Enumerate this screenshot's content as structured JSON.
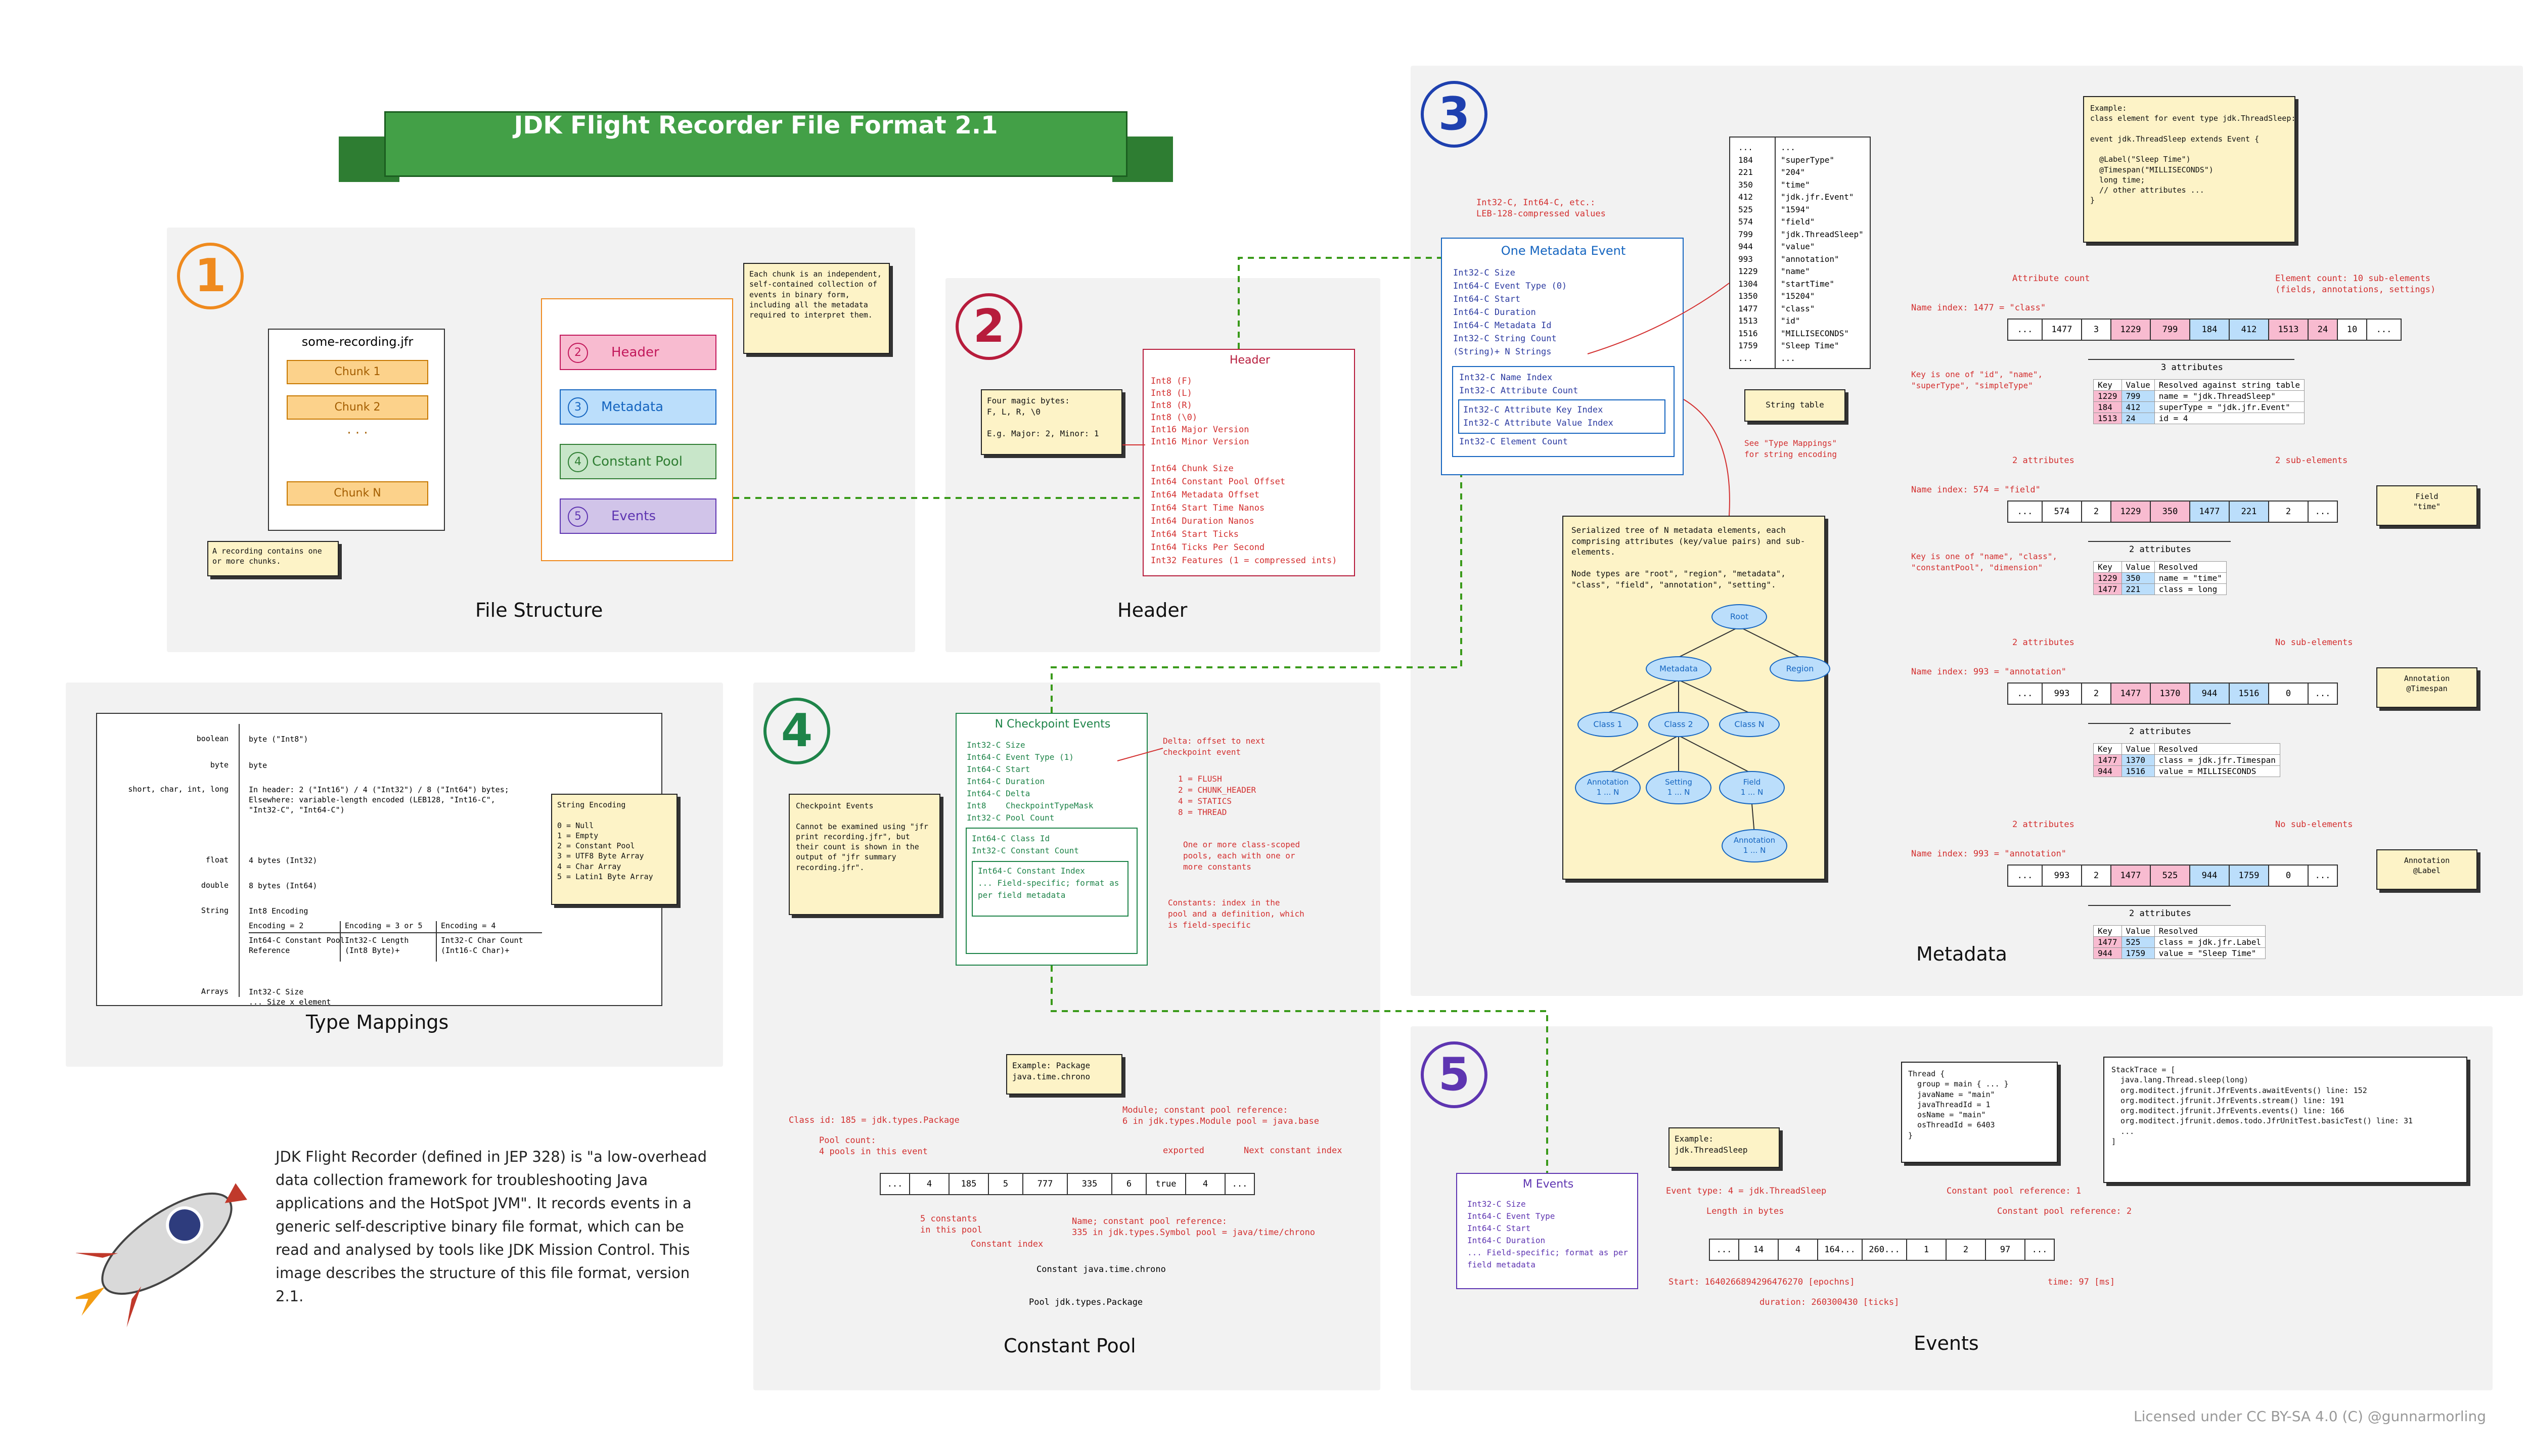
{
  "title": "JDK Flight Recorder File Format 2.1",
  "license": "Licensed under CC BY-SA 4.0 (C) @gunnarmorling",
  "intro_text": "JDK Flight Recorder (defined in JEP 328) is \"a low-overhead data collection framework for troubleshooting Java applications and the HotSpot JVM\". It records events in a generic self-descriptive binary file format, which can be read and analysed by tools like JDK Mission Control. This image describes the structure of this file format, version 2.1.",
  "sections": {
    "file_structure": {
      "number": "1",
      "title": "File Structure",
      "file_name": "some-recording.jfr",
      "chunks": [
        "Chunk 1",
        "Chunk 2",
        "Chunk N"
      ],
      "dots": "·  ·  ·",
      "chunk_note": "A recording contains one or more chunks.",
      "parts": [
        {
          "num": "2",
          "label": "Header",
          "color": "#f8bbd0",
          "border": "#c2185b"
        },
        {
          "num": "3",
          "label": "Metadata",
          "color": "#bbdefb",
          "border": "#1565c0"
        },
        {
          "num": "4",
          "label": "Constant Pool",
          "color": "#c8e6c9",
          "border": "#2e7d32"
        },
        {
          "num": "5",
          "label": "Events",
          "color": "#d1c4e9",
          "border": "#5e35b1"
        }
      ],
      "chunk_desc": "Each chunk is an independent, self-contained collection of events in binary form, including all the metadata required to interpret them."
    },
    "header": {
      "number": "2",
      "title": "Header",
      "box_title": "Header",
      "magic_note": "Four magic bytes:\nF, L, R, \\0\n\nE.g. Major: 2, Minor: 1",
      "fields_a": [
        "Int8 (F)",
        "Int8 (L)",
        "Int8 (R)",
        "Int8 (\\0)",
        "Int16 Major Version",
        "Int16 Minor Version"
      ],
      "fields_b": [
        "Int64 Chunk Size",
        "Int64 Constant Pool Offset",
        "Int64 Metadata Offset",
        "Int64 Start Time Nanos",
        "Int64 Duration Nanos",
        "Int64 Start Ticks",
        "Int64 Ticks Per Second",
        "Int32 Features (1 = compressed ints)"
      ]
    },
    "metadata": {
      "number": "3",
      "title": "Metadata",
      "leb_note": "Int32-C, Int64-C, etc.:\nLEB-128-compressed values",
      "event_title": "One Metadata Event",
      "event_fields": [
        "Int32-C Size",
        "Int64-C Event Type (0)",
        "Int64-C Start",
        "Int64-C Duration",
        "Int64-C Metadata Id",
        "Int32-C String Count",
        "(String)+ N Strings"
      ],
      "element_fields": [
        "Int32-C Name Index",
        "Int32-C Attribute Count"
      ],
      "attr_fields": [
        "Int32-C Attribute Key Index",
        "Int32-C Attribute Value Index"
      ],
      "element_count": "Int32-C Element Count",
      "string_table_idx": [
        "...",
        "184",
        "221",
        "350",
        "412",
        "525",
        "574",
        "799",
        "944",
        "993",
        "1229",
        "1304",
        "1350",
        "1477",
        "1513",
        "1516",
        "1759",
        "..."
      ],
      "string_table_val": [
        "...",
        "\"superType\"",
        "\"204\"",
        "\"time\"",
        "\"jdk.jfr.Event\"",
        "\"1594\"",
        "\"field\"",
        "\"jdk.ThreadSleep\"",
        "\"value\"",
        "\"annotation\"",
        "\"name\"",
        "\"startTime\"",
        "\"15204\"",
        "\"class\"",
        "\"id\"",
        "\"MILLISECONDS\"",
        "\"Sleep Time\"",
        "..."
      ],
      "string_table_label": "String table",
      "type_mapping_note": "See \"Type Mappings\"\nfor string encoding",
      "tree_note": "Serialized tree of N metadata elements, each comprising attributes (key/value pairs) and sub-elements.\n\nNode types are \"root\", \"region\", \"metadata\", \"class\", \"field\", \"annotation\", \"setting\".",
      "tree_nodes": {
        "root": "Root",
        "metadata": "Metadata",
        "region": "Region",
        "class1": "Class 1",
        "class2": "Class 2",
        "classn": "Class N",
        "annotation": "Annotation\n1 ... N",
        "setting": "Setting\n1 ... N",
        "field": "Field\n1 ... N",
        "field_annotation": "Annotation\n1 ... N"
      },
      "example_note": "Example:\nclass element for event type jdk.ThreadSleep:\n\nevent jdk.ThreadSleep extends Event {\n\n  @Label(\"Sleep Time\")\n  @Timespan(\"MILLISECONDS\")\n  long time;\n  // other attributes ...\n}",
      "rows": [
        {
          "name_label": "Name index: 1477 = \"class\"",
          "attr_label": "Attribute count",
          "elem_label": "Element count: 10 sub-elements\n(fields, annotations, settings)",
          "cells": [
            "...",
            "1477",
            "3",
            "1229",
            "799",
            "184",
            "412",
            "1513",
            "24",
            "10",
            "..."
          ],
          "attr_span": "3 attributes",
          "key_note": "Key is one of \"id\", \"name\",\n\"superType\", \"simpleType\"",
          "table_head": [
            "Key",
            "Value",
            "Resolved against string table"
          ],
          "table_rows": [
            [
              "1229",
              "799",
              "name = \"jdk.ThreadSleep\""
            ],
            [
              "184",
              "412",
              "superType = \"jdk.jfr.Event\""
            ],
            [
              "1513",
              "24",
              "id = 4"
            ]
          ],
          "side_label": ""
        },
        {
          "name_label": "Name index: 574 = \"field\"",
          "attr_label": "2 attributes",
          "elem_label": "2 sub-elements",
          "cells": [
            "...",
            "574",
            "2",
            "1229",
            "350",
            "1477",
            "221",
            "2",
            "..."
          ],
          "attr_span": "2 attributes",
          "key_note": "Key is one of \"name\", \"class\",\n\"constantPool\", \"dimension\"",
          "table_head": [
            "Key",
            "Value",
            "Resolved"
          ],
          "table_rows": [
            [
              "1229",
              "350",
              "name = \"time\""
            ],
            [
              "1477",
              "221",
              "class = long"
            ]
          ],
          "side_label": "Field\n\"time\""
        },
        {
          "name_label": "Name index: 993 = \"annotation\"",
          "attr_label": "2 attributes",
          "elem_label": "No sub-elements",
          "cells": [
            "...",
            "993",
            "2",
            "1477",
            "1370",
            "944",
            "1516",
            "0",
            "..."
          ],
          "attr_span": "2 attributes",
          "key_note": "",
          "table_head": [
            "Key",
            "Value",
            "Resolved"
          ],
          "table_rows": [
            [
              "1477",
              "1370",
              "class = jdk.jfr.Timespan"
            ],
            [
              "944",
              "1516",
              "value = MILLISECONDS"
            ]
          ],
          "side_label": "Annotation\n@Timespan"
        },
        {
          "name_label": "Name index: 993 = \"annotation\"",
          "attr_label": "2 attributes",
          "elem_label": "No sub-elements",
          "cells": [
            "...",
            "993",
            "2",
            "1477",
            "525",
            "944",
            "1759",
            "0",
            "..."
          ],
          "attr_span": "2 attributes",
          "key_note": "",
          "table_head": [
            "Key",
            "Value",
            "Resolved"
          ],
          "table_rows": [
            [
              "1477",
              "525",
              "class = jdk.jfr.Label"
            ],
            [
              "944",
              "1759",
              "value = \"Sleep Time\""
            ]
          ],
          "side_label": "Annotation\n@Label"
        }
      ]
    },
    "type_mappings": {
      "title": "Type Mappings",
      "rows": [
        {
          "type": "boolean",
          "desc": "byte (\"Int8\")"
        },
        {
          "type": "byte",
          "desc": "byte"
        },
        {
          "type": "short, char, int, long",
          "desc": "In header: 2 (\"Int16\") / 4 (\"Int32\") / 8 (\"Int64\") bytes;\nElsewhere: variable-length encoded (LEB128, \"Int16-C\",\n\"Int32-C\", \"Int64-C\")"
        },
        {
          "type": "float",
          "desc": "4 bytes (Int32)"
        },
        {
          "type": "double",
          "desc": "8 bytes (Int64)"
        },
        {
          "type": "String",
          "desc": "Int8 Encoding"
        },
        {
          "type": "Arrays",
          "desc": "Int32-C Size\n... Size x element"
        }
      ],
      "string_cols": [
        {
          "head": "Encoding = 3 or 5",
          "body": "Int32-C Length\n(Int8 Byte)+"
        },
        {
          "head": "Encoding = 4",
          "body": "Int32-C Char Count\n(Int16-C Char)+"
        }
      ],
      "string_col_first": {
        "head": "Encoding = 2",
        "body": "Int64-C Constant Pool\nReference"
      },
      "encoding_note": "String Encoding\n\n0 = Null\n1 = Empty\n2 = Constant Pool\n3 = UTF8 Byte Array\n4 = Char Array\n5 = Latin1 Byte Array"
    },
    "constant_pool": {
      "number": "4",
      "title": "Constant Pool",
      "checkpoint_note": "Checkpoint Events\n\nCannot be examined using \"jfr print recording.jfr\", but their count is shown in the output of \"jfr summary recording.jfr\".",
      "box_title": "N Checkpoint Events",
      "fields": [
        "Int32-C Size",
        "Int64-C Event Type (1)",
        "Int64-C Start",
        "Int64-C Duration",
        "Int64-C Delta",
        "Int8    CheckpointTypeMask",
        "Int32-C Pool Count"
      ],
      "pool_fields": [
        "Int64-C Class Id",
        "Int32-C Constant Count"
      ],
      "const_fields": [
        "Int64-C Constant Index",
        "... Field-specific; format as",
        "per field metadata"
      ],
      "delta_note": "Delta: offset to next\ncheckpoint event",
      "mask_note": "1 = FLUSH\n2 = CHUNK_HEADER\n4 = STATICS\n8 = THREAD",
      "pools_note": "One or more class-scoped\npools, each with one or\nmore constants",
      "constants_note": "Constants: index in the\npool and a definition, which\nis field-specific",
      "example_note": "Example: Package\njava.time.chrono",
      "cells": [
        "...",
        "4",
        "185",
        "5",
        "777",
        "335",
        "6",
        "true",
        "4",
        "..."
      ],
      "labels": {
        "class_id": "Class id: 185 = jdk.types.Package",
        "pool_count": "Pool count:\n4 pools in this event",
        "module": "Module; constant pool reference:\n6 in jdk.types.Module pool = java.base",
        "exported": "exported",
        "next": "Next constant index",
        "constants5": "5 constants\nin this pool",
        "const_index": "Constant index",
        "name_ref": "Name; constant pool reference:\n335 in jdk.types.Symbol pool = java/time/chrono",
        "span1": "Constant java.time.chrono",
        "span2": "Pool jdk.types.Package"
      }
    },
    "events": {
      "number": "5",
      "title": "Events",
      "example_note": "Example:\njdk.ThreadSleep",
      "box_title": "M Events",
      "fields": [
        "Int32-C Size",
        "Int64-C Event Type",
        "Int64-C Start",
        "Int64-C Duration",
        "... Field-specific; format as per",
        "field metadata"
      ],
      "cells": [
        "...",
        "14",
        "4",
        "164...",
        "260...",
        "1",
        "2",
        "97",
        "..."
      ],
      "thread_note": "Thread {\n  group = main { ... }\n  javaName = \"main\"\n  javaThreadId = 1\n  osName = \"main\"\n  osThreadId = 6403\n}",
      "stack_note": "StackTrace = [\n  java.lang.Thread.sleep(long)\n  org.moditect.jfrunit.JfrEvents.awaitEvents() line: 152\n  org.moditect.jfrunit.JfrEvents.stream() line: 191\n  org.moditect.jfrunit.JfrEvents.events() line: 166\n  org.moditect.jfrunit.demos.todo.JfrUnitTest.basicTest() line: 31\n  ...\n]",
      "labels": {
        "event_type": "Event type: 4 = jdk.ThreadSleep",
        "length": "Length in bytes",
        "cp1": "Constant pool reference: 1",
        "cp2": "Constant pool reference: 2",
        "start": "Start: 1640266894296476270 [epochns]",
        "duration": "duration: 260300430 [ticks]",
        "time": "time: 97 [ms]"
      }
    }
  }
}
